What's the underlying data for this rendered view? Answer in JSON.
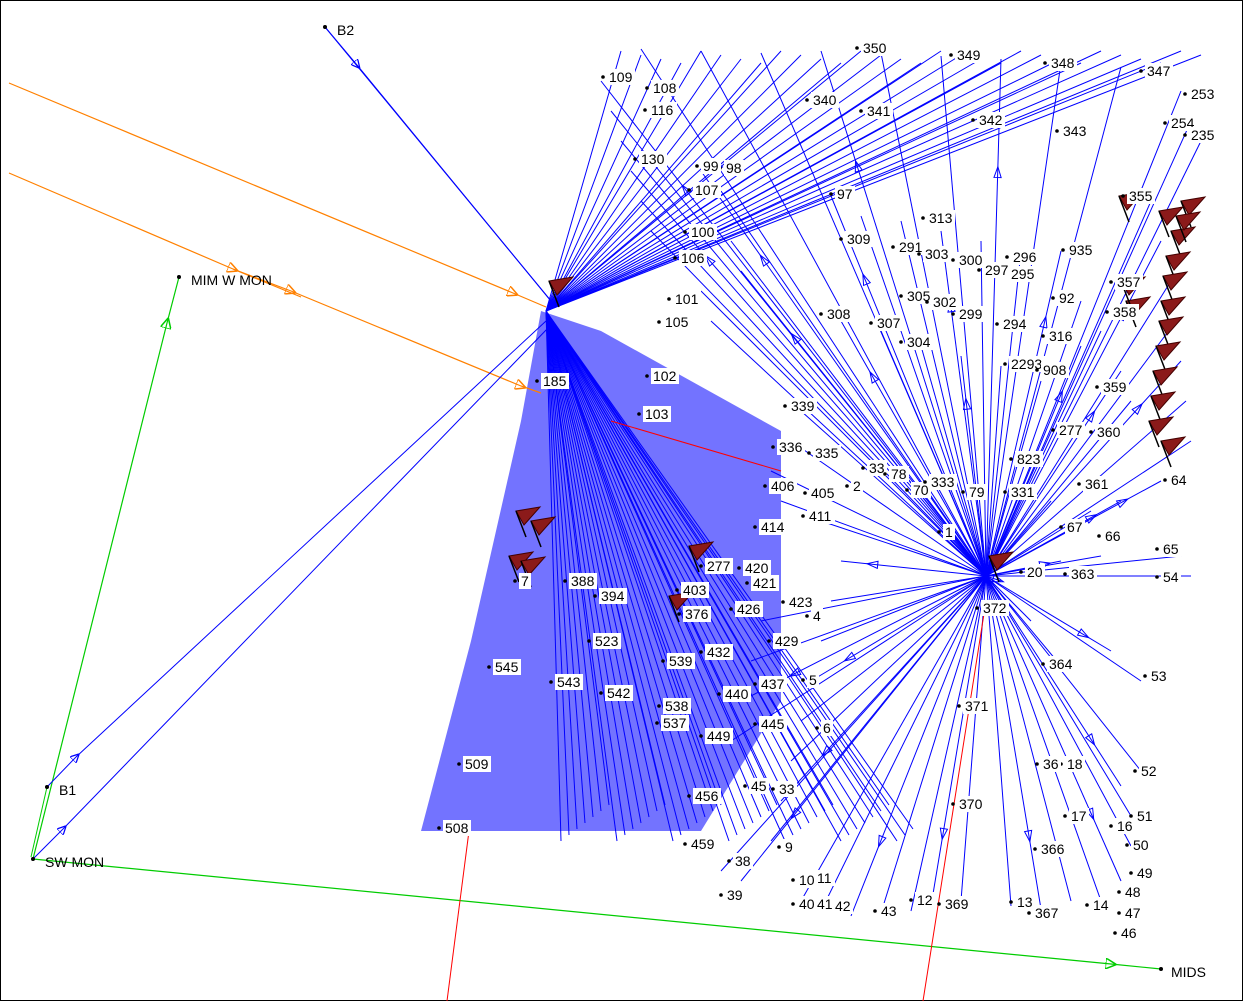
{
  "colors": {
    "traverse": "#0000ff",
    "leg_green": "#00cc00",
    "leg_orange": "#ff8000",
    "leg_red": "#ff0000",
    "flag": "#8b1a1a",
    "station": "#000000"
  },
  "labels": {
    "b2": "B2",
    "mim_w_mon": "MIM W MON",
    "b1": "B1",
    "sw_mon": "SW MON",
    "mids": "MIDS",
    "n350": "350",
    "n349": "349",
    "n348": "348",
    "n347": "347",
    "n253": "253",
    "n254": "254",
    "n235": "235",
    "n340": "340",
    "n341": "341",
    "n342": "342",
    "n343": "343",
    "n109": "109",
    "n108": "108",
    "n116": "116",
    "n130": "130",
    "n98": "98",
    "n99": "99",
    "n107": "107",
    "n100": "100",
    "n106": "106",
    "n101": "101",
    "n105": "105",
    "n102": "102",
    "n103": "103",
    "n185": "185",
    "n97": "97",
    "n309": "309",
    "n313": "313",
    "n291": "291",
    "n303": "303",
    "n300": "300",
    "n296": "296",
    "n295": "295",
    "n297": "297",
    "n305": "305",
    "n302": "302",
    "n299": "299",
    "n308": "308",
    "n307": "307",
    "n294": "294",
    "n304": "304",
    "n2293": "2293",
    "n316": "316",
    "n908": "908",
    "n935": "935",
    "n92": "92",
    "n355": "355",
    "n357": "357",
    "n358": "358",
    "n359": "359",
    "n360": "360",
    "n277": "277",
    "n339": "339",
    "n336": "336",
    "n335": "335",
    "n33": "33",
    "n78": "78",
    "n70": "70",
    "n333": "333",
    "n79": "79",
    "n331": "331",
    "n823": "823",
    "n361": "361",
    "n64": "64",
    "n1": "1",
    "n65": "65",
    "n54": "54",
    "n363": "363",
    "n20": "20",
    "n66": "66",
    "n67": "67",
    "n372": "372",
    "n364": "364",
    "n53": "53",
    "n52": "52",
    "n51": "51",
    "n50": "50",
    "n49": "49",
    "n48": "48",
    "n47": "47",
    "n46": "46",
    "n16": "16",
    "n17": "17",
    "n18": "18",
    "n36": "36",
    "n366": "366",
    "n367": "367",
    "n13": "13",
    "n14": "14",
    "n369": "369",
    "n12": "12",
    "n370": "370",
    "n371": "371",
    "n43": "43",
    "n42": "42",
    "n41": "41",
    "n40": "40",
    "n11": "11",
    "n10": "10",
    "n9": "9",
    "n38": "38",
    "n39": "39",
    "n6": "6",
    "n5": "5",
    "n4": "4",
    "n33b": "33",
    "n45": "45",
    "n411": "411",
    "n414": "414",
    "n420": "420",
    "n421": "421",
    "n423": "423",
    "n426": "426",
    "n429": "429",
    "n432": "432",
    "n437": "437",
    "n440": "440",
    "n445": "445",
    "n449": "449",
    "n456": "456",
    "n459": "459",
    "n509": "509",
    "n508": "508",
    "n545": "545",
    "n543": "543",
    "n542": "542",
    "n538": "538",
    "n537": "537",
    "n539": "539",
    "n523": "523",
    "n403": "403",
    "n376": "376",
    "n277b": "277",
    "n388": "388",
    "n394": "394",
    "n406": "406",
    "n405": "405",
    "n2": "2",
    "n7": "7"
  }
}
